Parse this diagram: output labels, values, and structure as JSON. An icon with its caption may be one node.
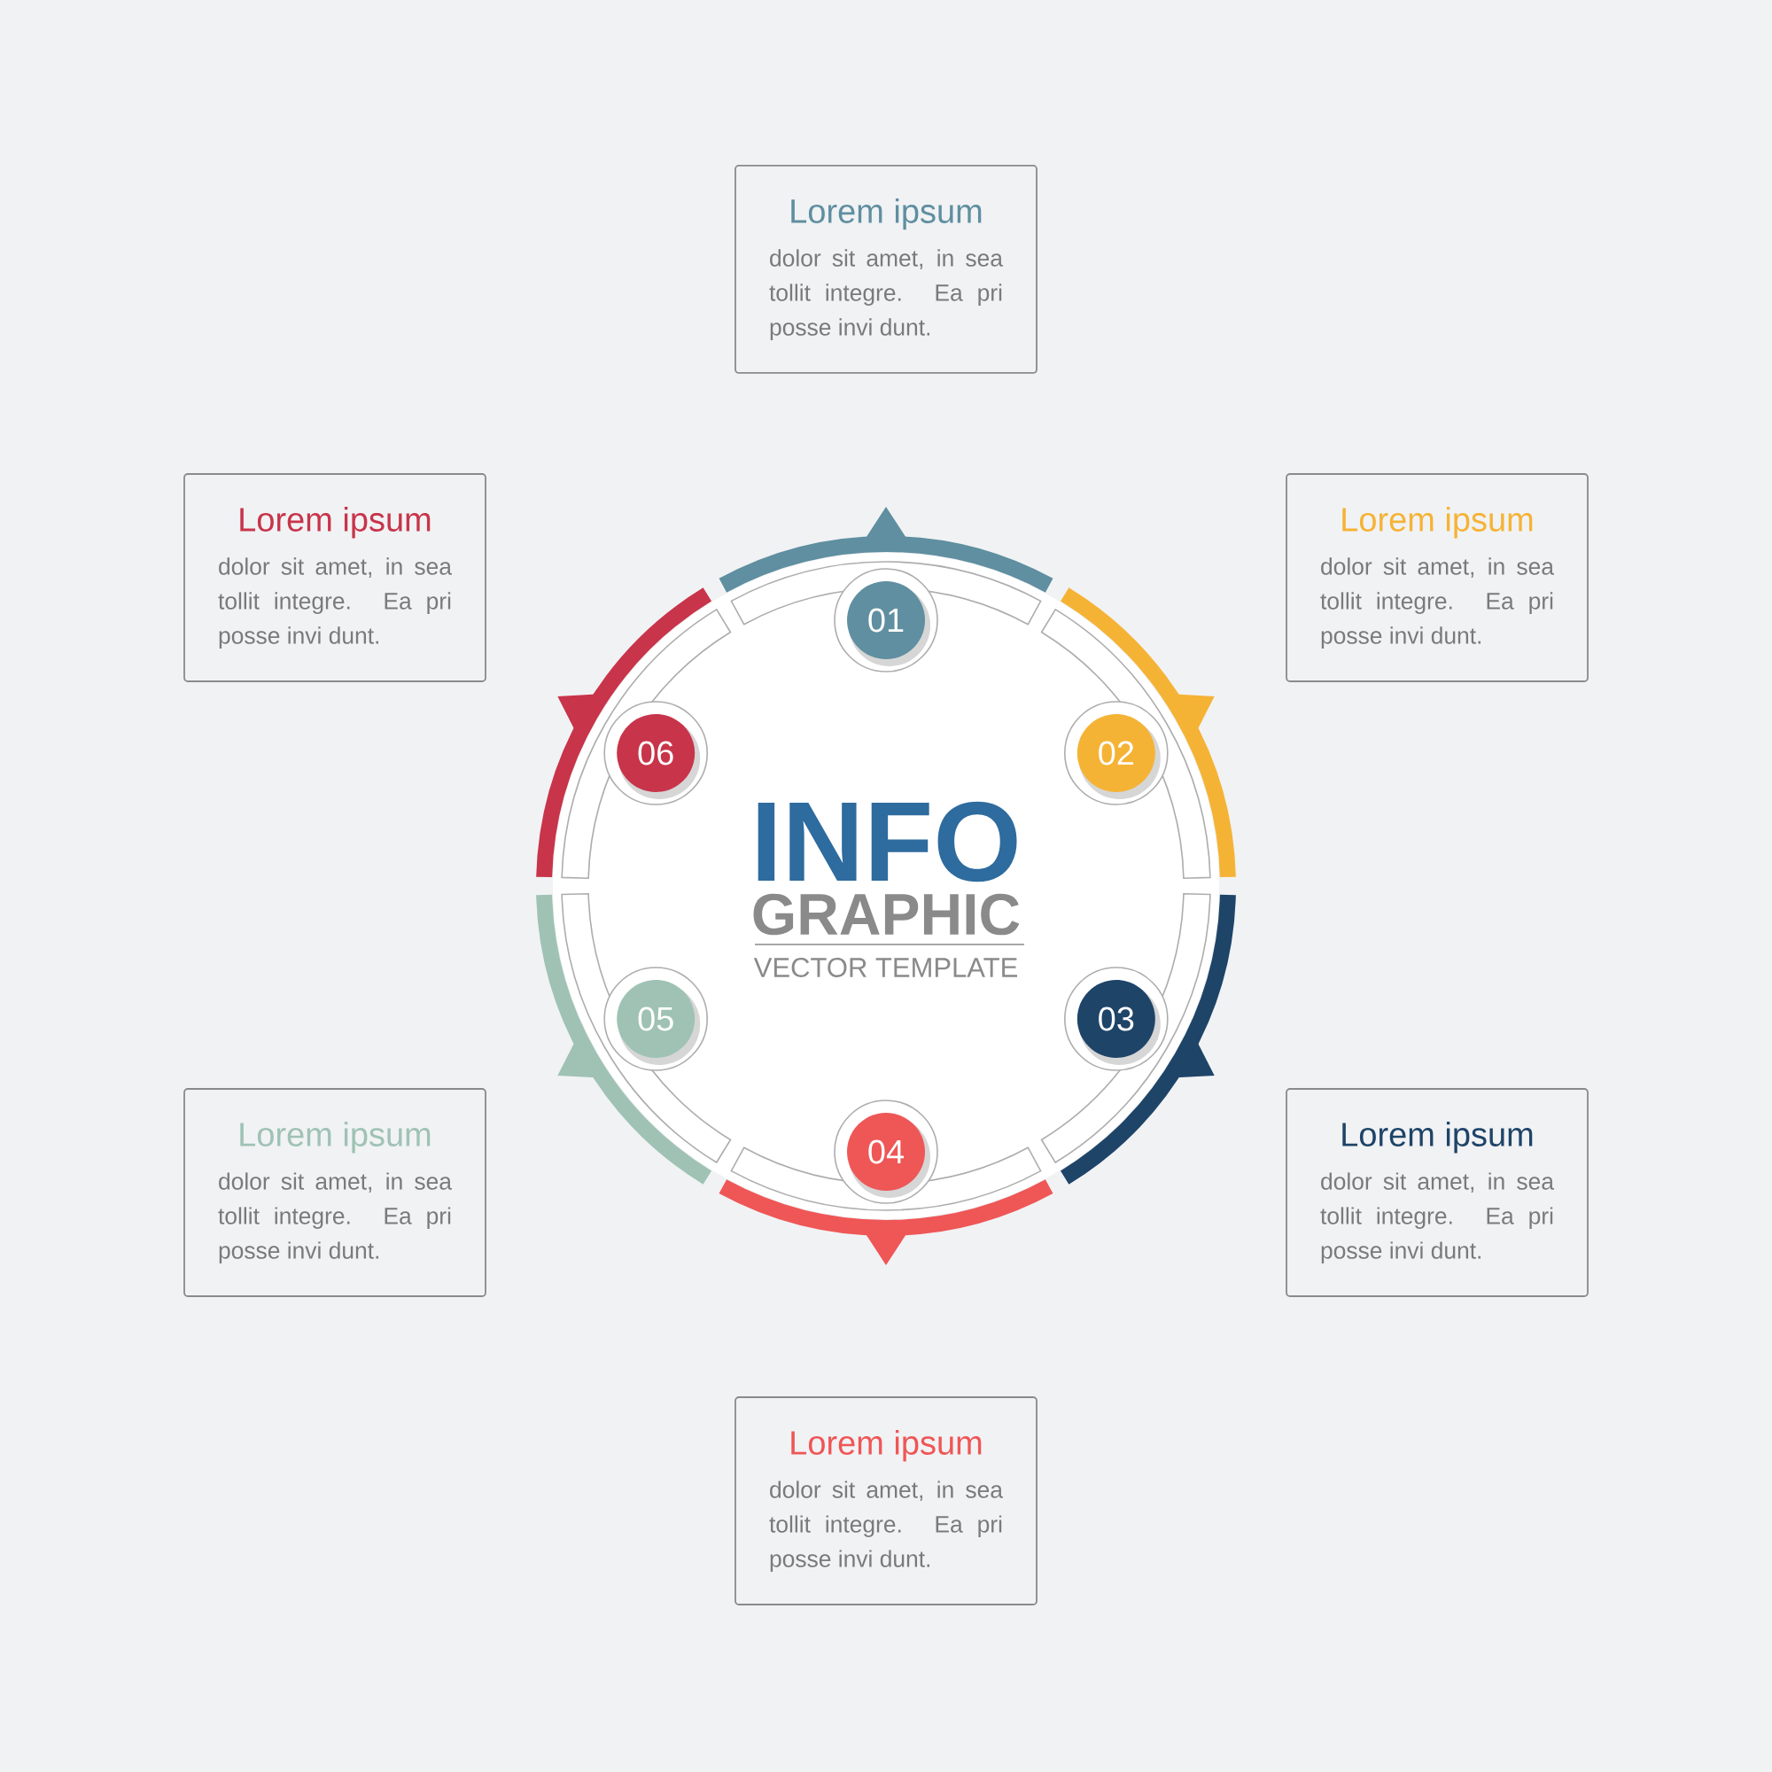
{
  "diagram": {
    "nodes": [
      {
        "text": [
          "Lorem ipsum",
          "dolor sit amet, in sea tollit integre. Ea pri posse invi dunt."
        ]
      },
      {
        "text": [
          "Lorem ipsum",
          "dolor sit amet, in sea tollit integre. Ea pri posse invi dunt."
        ]
      },
      {
        "text": [
          "Lorem ipsum",
          "dolor sit amet, in sea tollit integre. Ea pri posse invi dunt."
        ]
      },
      {
        "text": [
          "Lorem ipsum",
          "dolor sit amet, in sea tollit integre. Ea pri posse invi dunt."
        ]
      },
      {
        "text": [
          "Lorem ipsum",
          "dolor sit amet, in sea tollit integre. Ea pri posse invi dunt."
        ]
      },
      {
        "text": [
          "Lorem ipsum",
          "dolor sit amet, in sea tollit integre. Ea pri posse invi dunt."
        ]
      },
      {
        "text": [
          "01"
        ]
      },
      {
        "text": [
          "02"
        ]
      },
      {
        "text": [
          "03"
        ]
      },
      {
        "text": [
          "04"
        ]
      },
      {
        "text": [
          "05"
        ]
      },
      {
        "text": [
          "06"
        ]
      }
    ],
    "labels": [
      "INFO",
      "GRAPHIC",
      "VECTOR TEMPLATE"
    ]
  }
}
